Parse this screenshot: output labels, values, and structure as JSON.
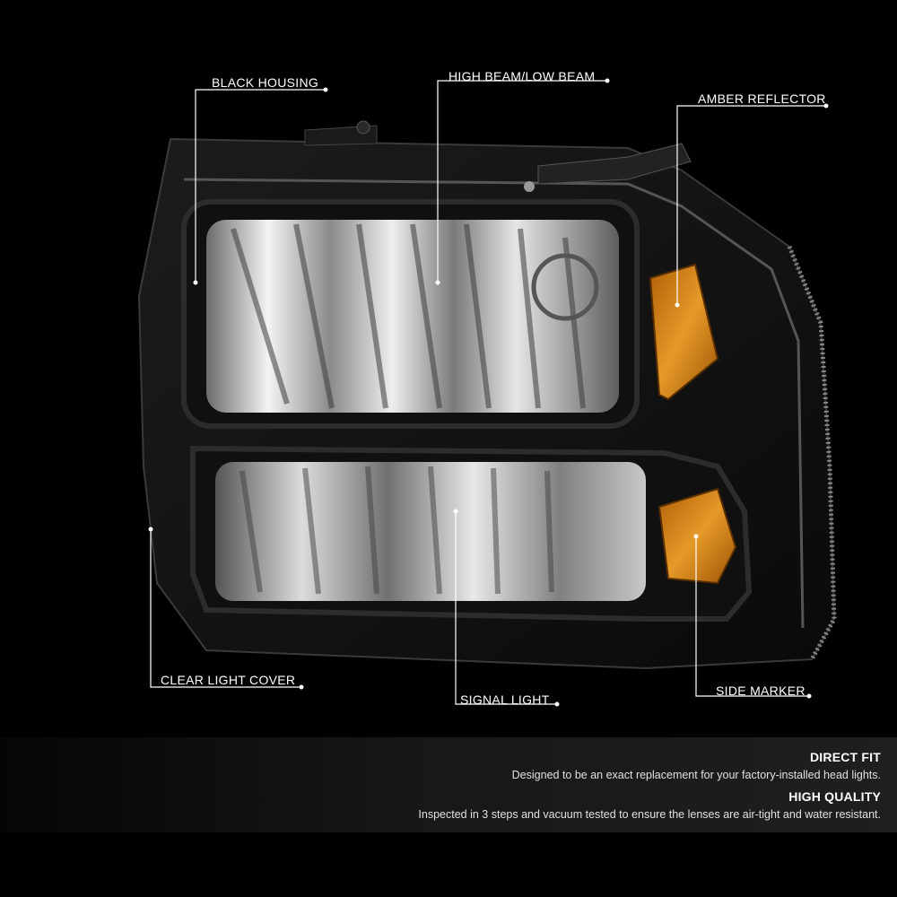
{
  "callouts": {
    "black_housing": "BLACK HOUSING",
    "high_low_beam": "HIGH BEAM/LOW BEAM",
    "amber_reflector": "AMBER REFLECTOR",
    "clear_light_cover": "CLEAR LIGHT COVER",
    "signal_light": "SIGNAL LIGHT",
    "side_marker": "SIDE MARKER"
  },
  "features": [
    {
      "title": "DIRECT FIT",
      "description": "Designed to be an exact replacement for your factory-installed head lights."
    },
    {
      "title": "HIGH QUALITY",
      "description": "Inspected in 3 steps and vacuum tested to ensure the lenses are air-tight and water resistant."
    }
  ],
  "colors": {
    "background": "#000000",
    "housing": "#141414",
    "chrome": "#d9d9d9",
    "amber": "#d98a1c",
    "callout_line": "#ffffff"
  }
}
